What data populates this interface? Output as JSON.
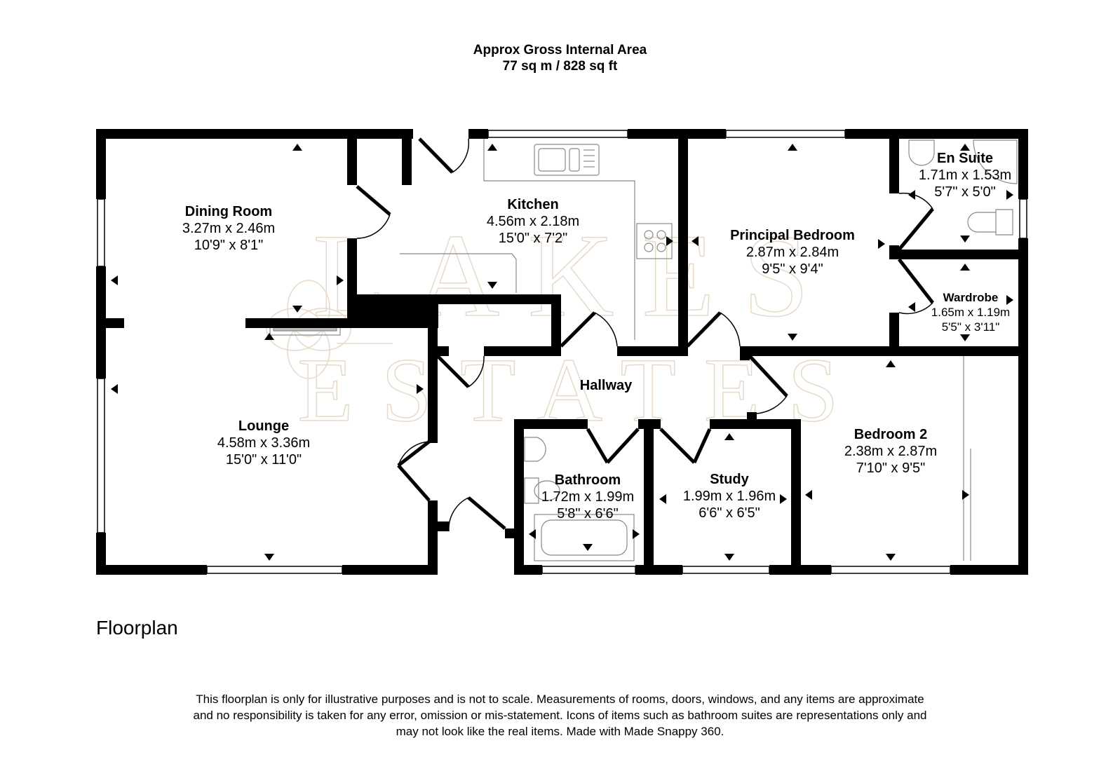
{
  "header": {
    "area_title": "Approx Gross Internal Area",
    "area_value": "77 sq m / 828 sq ft"
  },
  "watermark": {
    "line1": "LAKES",
    "line2": "ESTATES",
    "color": "#e8ddd0"
  },
  "rooms": {
    "dining_room": {
      "name": "Dining Room",
      "metric": "3.27m x 2.46m",
      "imperial": "10'9\" x 8'1\""
    },
    "kitchen": {
      "name": "Kitchen",
      "metric": "4.56m x 2.18m",
      "imperial": "15'0\" x 7'2\""
    },
    "principal_bedroom": {
      "name": "Principal Bedroom",
      "metric": "2.87m x 2.84m",
      "imperial": "9'5\" x 9'4\""
    },
    "en_suite": {
      "name": "En Suite",
      "metric": "1.71m x 1.53m",
      "imperial": "5'7\" x 5'0\""
    },
    "wardrobe": {
      "name": "Wardrobe",
      "metric": "1.65m x 1.19m",
      "imperial": "5'5\" x 3'11\""
    },
    "hallway": {
      "name": "Hallway"
    },
    "lounge": {
      "name": "Lounge",
      "metric": "4.58m x 3.36m",
      "imperial": "15'0\" x 11'0\""
    },
    "bathroom": {
      "name": "Bathroom",
      "metric": "1.72m x 1.99m",
      "imperial": "5'8\" x 6'6\""
    },
    "study": {
      "name": "Study",
      "metric": "1.99m x 1.96m",
      "imperial": "6'6\" x 6'5\""
    },
    "bedroom_2": {
      "name": "Bedroom 2",
      "metric": "2.38m x 2.87m",
      "imperial": "7'10\" x 9'5\""
    }
  },
  "floor_title": "Floorplan",
  "disclaimer": {
    "line1": "This floorplan is only for illustrative purposes and is not to scale. Measurements of rooms, doors, windows, and any items are approximate",
    "line2": "and no responsibility is taken for any error, omission or mis-statement. Icons of items such as bathroom suites are representations only and",
    "line3": "may not look like the real items. Made with Made Snappy 360."
  },
  "colors": {
    "wall": "#000000",
    "fixture": "#888888",
    "background": "#ffffff"
  }
}
